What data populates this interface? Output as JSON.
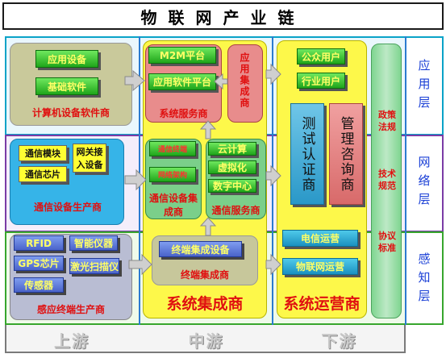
{
  "title": "物联网产业链",
  "layers": {
    "application": "应用层",
    "network": "网络层",
    "perception": "感知层"
  },
  "upstream": {
    "app_software": {
      "items": [
        "应用设备",
        "基础软件"
      ],
      "caption": "计算机设备软件商"
    },
    "comm_equipment": {
      "items": [
        "通信模块",
        "网关接入设备",
        "通信芯片"
      ],
      "caption": "通信设备生产商"
    },
    "sensor_terminal": {
      "items": [
        "RFID",
        "智能仪器",
        "GPS芯片",
        "激光扫描仪",
        "传感器"
      ],
      "caption": "感应终端生产商"
    }
  },
  "midstream": {
    "system_service": {
      "items": [
        "M2M平台",
        "应用软件平台"
      ],
      "caption": "系统服务商",
      "side": "应用集成商"
    },
    "comm_integrator": {
      "items": [
        "通信终端",
        "网络架构"
      ],
      "caption": "通信设备集成商"
    },
    "comm_service": {
      "items": [
        "云计算",
        "虚拟化",
        "数字中心"
      ],
      "caption": "通信服务商"
    },
    "terminal_integrator": {
      "items": [
        "终端集成设备"
      ],
      "caption": "终端集成商"
    },
    "big_label": "系统集成商"
  },
  "downstream": {
    "users": [
      "公众用户",
      "行业用户"
    ],
    "test_cert": "测试认证商",
    "consulting": "管理咨询商",
    "telecom": "电信运营",
    "iot_operation": "物联网运营",
    "big_label": "系统运营商",
    "policy": [
      "政策法规",
      "技术规范",
      "协议标准"
    ]
  },
  "footer": [
    "上游",
    "中游",
    "下游"
  ],
  "colors": {
    "layer_label": "#1a3fd6",
    "green": "#1fa51a",
    "yellow": "#ffff33",
    "blue": "#4a63c9",
    "red": "#e01010"
  }
}
